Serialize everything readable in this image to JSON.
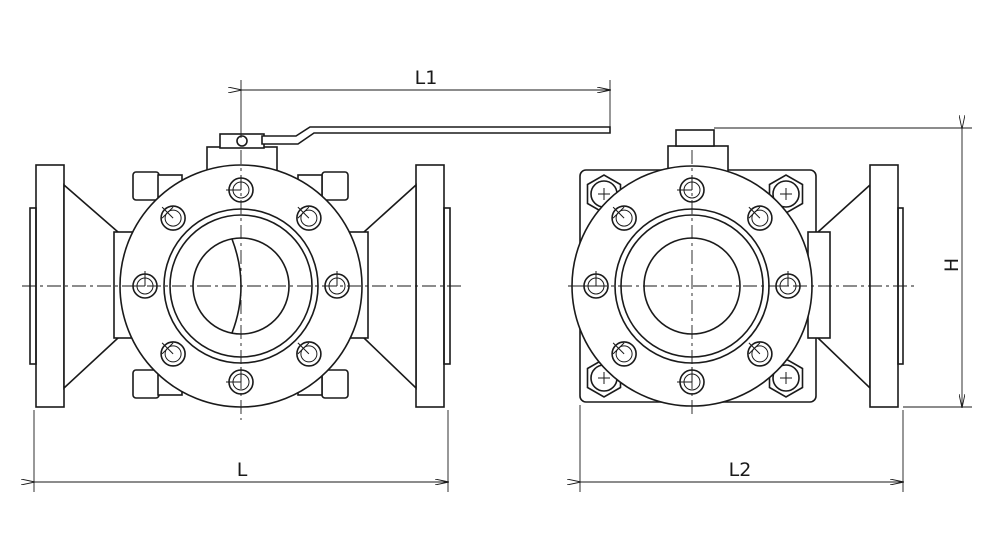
{
  "drawing": {
    "dimensions": {
      "L": "L",
      "L1": "L1",
      "L2": "L2",
      "H": "H"
    },
    "views": [
      "front-view",
      "side-view"
    ],
    "line_color": "#1a1a1a",
    "background": "#ffffff"
  }
}
